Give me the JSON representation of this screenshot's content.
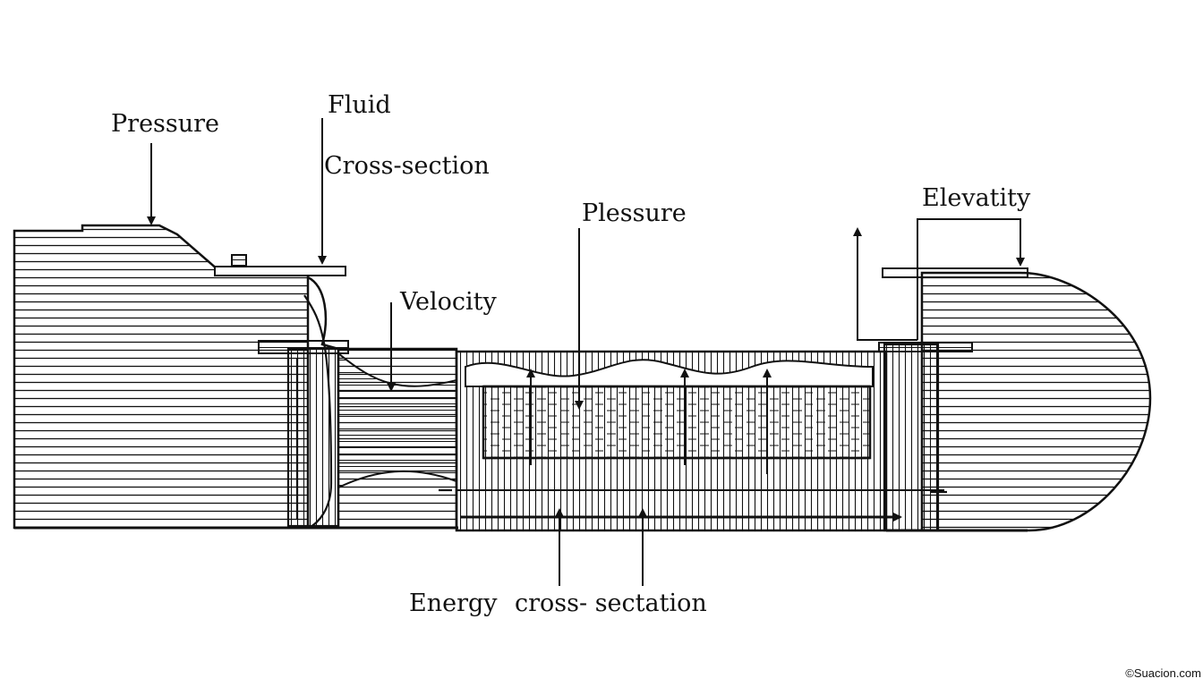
{
  "labels": {
    "pressure_top": "Pressure",
    "fluid": "Fluid",
    "cross_section": "Cross-section",
    "velocity": "Velocity",
    "plessure": "Plessure",
    "elevatity": "Elevatity",
    "energy": "Energy",
    "cross_sectation": "cross- sectation"
  },
  "credit": "©Suacion.com",
  "colors": {
    "ink": "#111111",
    "paper": "#ffffff"
  }
}
